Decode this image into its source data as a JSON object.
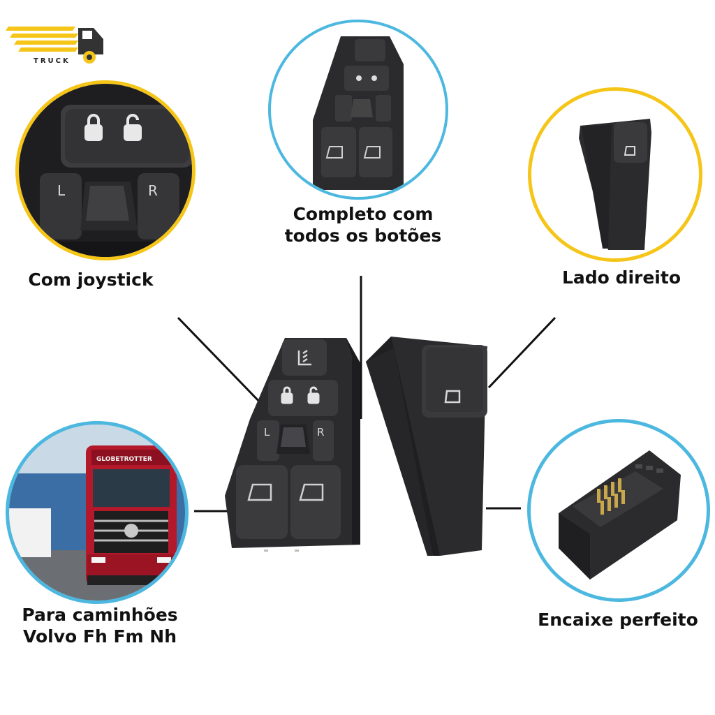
{
  "logo": {
    "text": "TRUCK"
  },
  "captions": {
    "joystick": "Com joystick",
    "complete_line1": "Completo com",
    "complete_line2": "todos os botões",
    "right_side": "Lado direito",
    "trucks_line1": "Para caminhões",
    "trucks_line2": "Volvo Fh Fm Nh",
    "fit": "Encaixe perfeito"
  },
  "switch_labels": {
    "left": "L",
    "right": "R"
  },
  "truck_badge": "GLOBETROTTER",
  "colors": {
    "yellow_ring": "#f5c518",
    "blue_ring": "#4cb8e0",
    "switch_body": "#2b2b2e",
    "button": "#3a3a3d"
  }
}
